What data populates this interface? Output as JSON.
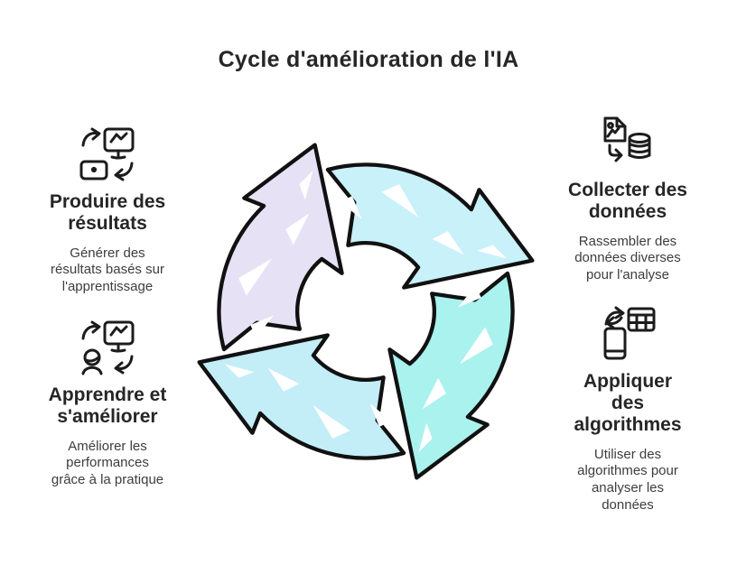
{
  "title": "Cycle d'amélioration de l'IA",
  "colors": {
    "background": "#ffffff",
    "title_text": "#262626",
    "heading_text": "#262626",
    "body_text": "#3d3d3d",
    "icon_stroke": "#1c1c1c",
    "cycle_outline": "#111111",
    "cycle_top_left": "#e7e1f6",
    "cycle_top_right": "#c9f1fa",
    "cycle_bottom_right": "#a9f2ee",
    "cycle_bottom_left": "#c3edf7"
  },
  "steps": {
    "produce": {
      "heading": "Produire des\nrésultats",
      "description": "Générer des\nrésultats basés sur\nl'apprentissage",
      "icon": "screens-sync-icon"
    },
    "learn": {
      "heading": "Apprendre et\ns'améliorer",
      "description": "Améliorer les\nperformances\ngrâce à la pratique",
      "icon": "person-monitor-sync-icon"
    },
    "collect": {
      "heading": "Collecter des\ndonnées",
      "description": "Rassembler des\ndonnées diverses\npour l'analyse",
      "icon": "image-to-database-icon"
    },
    "apply": {
      "heading": "Appliquer\ndes\nalgorithmes",
      "description": "Utiliser des\nalgorithmes pour\nanalyser les\ndonnées",
      "icon": "phone-table-sync-icon"
    }
  }
}
